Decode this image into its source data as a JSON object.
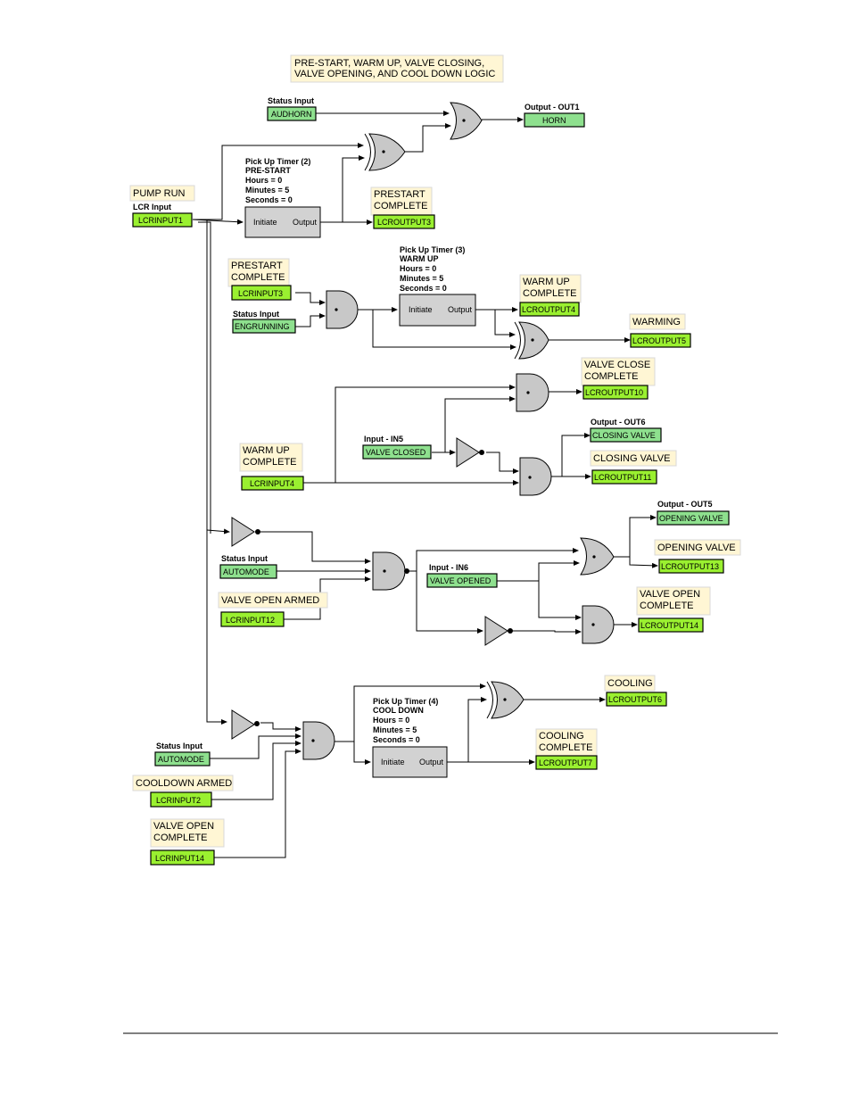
{
  "title_lines": [
    "PRE-START, WARM UP, VALVE CLOSING,",
    "VALVE OPENING, AND COOL DOWN LOGIC"
  ],
  "labels": {
    "status_input": "Status Input",
    "lcr_input": "LCR Input",
    "output_out1": "Output - OUT1",
    "output_out6": "Output - OUT6",
    "output_out5": "Output - OUT5",
    "input_in5": "Input - IN5",
    "input_in6": "Input - IN6",
    "initiate": "Initiate",
    "output": "Output"
  },
  "timers": [
    {
      "lines": [
        "Pick Up Timer (2)",
        "PRE-START",
        "Hours = 0",
        "Minutes = 5",
        "Seconds = 0"
      ]
    },
    {
      "lines": [
        "Pick Up Timer (3)",
        "WARM UP",
        "Hours = 0",
        "Minutes = 5",
        "Seconds = 0"
      ]
    },
    {
      "lines": [
        "Pick Up Timer (4)",
        "COOL DOWN",
        "Hours = 0",
        "Minutes = 5",
        "Seconds = 0"
      ]
    }
  ],
  "notes": {
    "pump_run": [
      "PUMP RUN"
    ],
    "prestart_complete": [
      "PRESTART",
      "COMPLETE"
    ],
    "prestart_complete_in": [
      "PRESTART",
      "COMPLETE"
    ],
    "warm_up_complete": [
      "WARM UP",
      "COMPLETE"
    ],
    "warming": [
      "WARMING"
    ],
    "valve_close_complete": [
      "VALVE CLOSE",
      "COMPLETE"
    ],
    "closing_valve": [
      "CLOSING VALVE"
    ],
    "warm_up_complete_in": [
      "WARM UP",
      "COMPLETE"
    ],
    "opening_valve": [
      "OPENING VALVE"
    ],
    "valve_open_armed": [
      "VALVE OPEN ARMED"
    ],
    "valve_open_complete": [
      "VALVE OPEN",
      "COMPLETE"
    ],
    "cooling": [
      "COOLING"
    ],
    "cooling_complete": [
      "COOLING",
      "COMPLETE"
    ],
    "cooldown_armed": [
      "COOLDOWN ARMED"
    ],
    "valve_open_complete_in": [
      "VALVE OPEN",
      "COMPLETE"
    ]
  },
  "io": {
    "audhorn": "AUDHORN",
    "horn": "HORN",
    "lcrinput1": "LCRINPUT1",
    "lcroutput3": "LCROUTPUT3",
    "lcrinput3": "LCRINPUT3",
    "engrunning": "ENGRUNNING",
    "lcroutput4": "LCROUTPUT4",
    "lcroutput5": "LCROUTPUT5",
    "lcroutput10": "LCROUTPUT10",
    "valve_closed": "VALVE CLOSED",
    "closing_valve": "CLOSING VALVE",
    "lcroutput11": "LCROUTPUT11",
    "lcrinput4": "LCRINPUT4",
    "opening_valve": "OPENING VALVE",
    "automode": "AUTOMODE",
    "valve_opened": "VALVE OPENED",
    "lcroutput13": "LCROUTPUT13",
    "lcrinput12": "LCRINPUT12",
    "lcroutput14": "LCROUTPUT14",
    "lcroutput6": "LCROUTPUT6",
    "automode2": "AUTOMODE",
    "lcroutput7": "LCROUTPUT7",
    "lcrinput2": "LCRINPUT2",
    "lcrinput14": "LCRINPUT14"
  }
}
